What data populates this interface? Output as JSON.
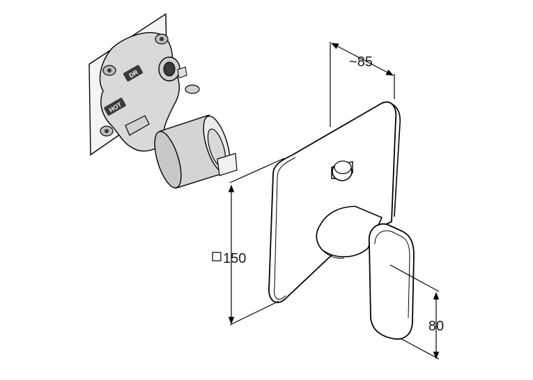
{
  "diagram": {
    "labels": {
      "depth": "~85",
      "plate_size": "150",
      "handle_height": "80",
      "valve_top": "DR",
      "valve_hot": "HOT"
    },
    "icons": {
      "square_symbol": "square-symbol-icon"
    },
    "colors": {
      "line": "#000000",
      "valve_fill": "#d9d9d9",
      "valve_dark": "#3a3a3a",
      "background": "#ffffff"
    }
  }
}
